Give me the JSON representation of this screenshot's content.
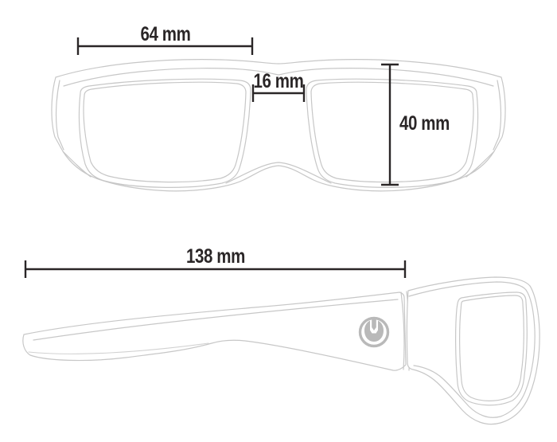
{
  "front_view": {
    "lens_width": "64 mm",
    "bridge_width": "16 mm",
    "lens_height": "40 mm"
  },
  "side_view": {
    "frame_length": "138 mm"
  },
  "branding": {
    "logo_icon": "magpul-logo-icon"
  },
  "colors": {
    "line_art": "#c7c7c7",
    "dimension_ink": "#2a2627",
    "logo_gray": "#b9b9b9",
    "background": "#ffffff"
  }
}
